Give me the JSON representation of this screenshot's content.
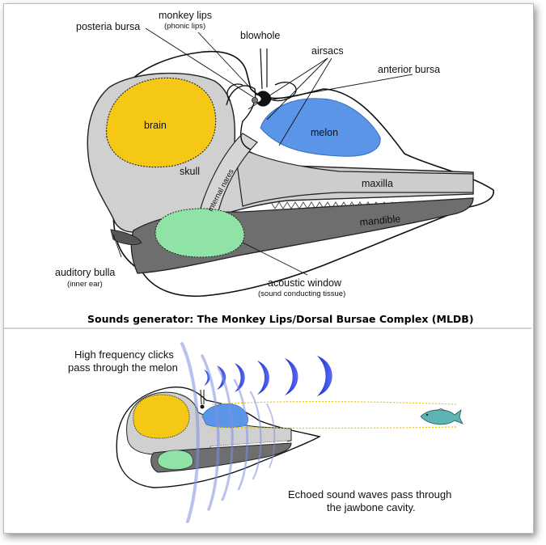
{
  "top": {
    "labels": {
      "posteria_bursa": "posteria bursa",
      "monkey_lips": "monkey lips",
      "phonic_lips": "(phonic lips)",
      "blowhole": "blowhole",
      "airsacs": "airsacs",
      "anterior_bursa": "anterior bursa",
      "brain": "brain",
      "melon": "melon",
      "skull": "skull",
      "internal_nares": "internal nares",
      "maxilla": "maxilla",
      "mandible": "mandible",
      "auditory_bulla": "auditory bulla",
      "inner_ear": "(inner ear)",
      "acoustic_window": "acoustic window",
      "sound_conducting": "(sound conducting tissue)"
    },
    "caption": "Sounds generator: The Monkey Lips/Dorsal Bursae Complex (MLDB)"
  },
  "bottom": {
    "clicks_line1": "High frequency clicks",
    "clicks_line2": "pass through the melon",
    "echo_line1": "Echoed sound waves pass through",
    "echo_line2": "the  jawbone cavity."
  },
  "colors": {
    "brain": "#f5c816",
    "melon": "#5b95e8",
    "acoustic_window": "#8fe3a6",
    "skull": "#cfcfcf",
    "mandible": "#6b6b6b",
    "waves": "#2233cc",
    "fish": "#5fb3b3"
  }
}
